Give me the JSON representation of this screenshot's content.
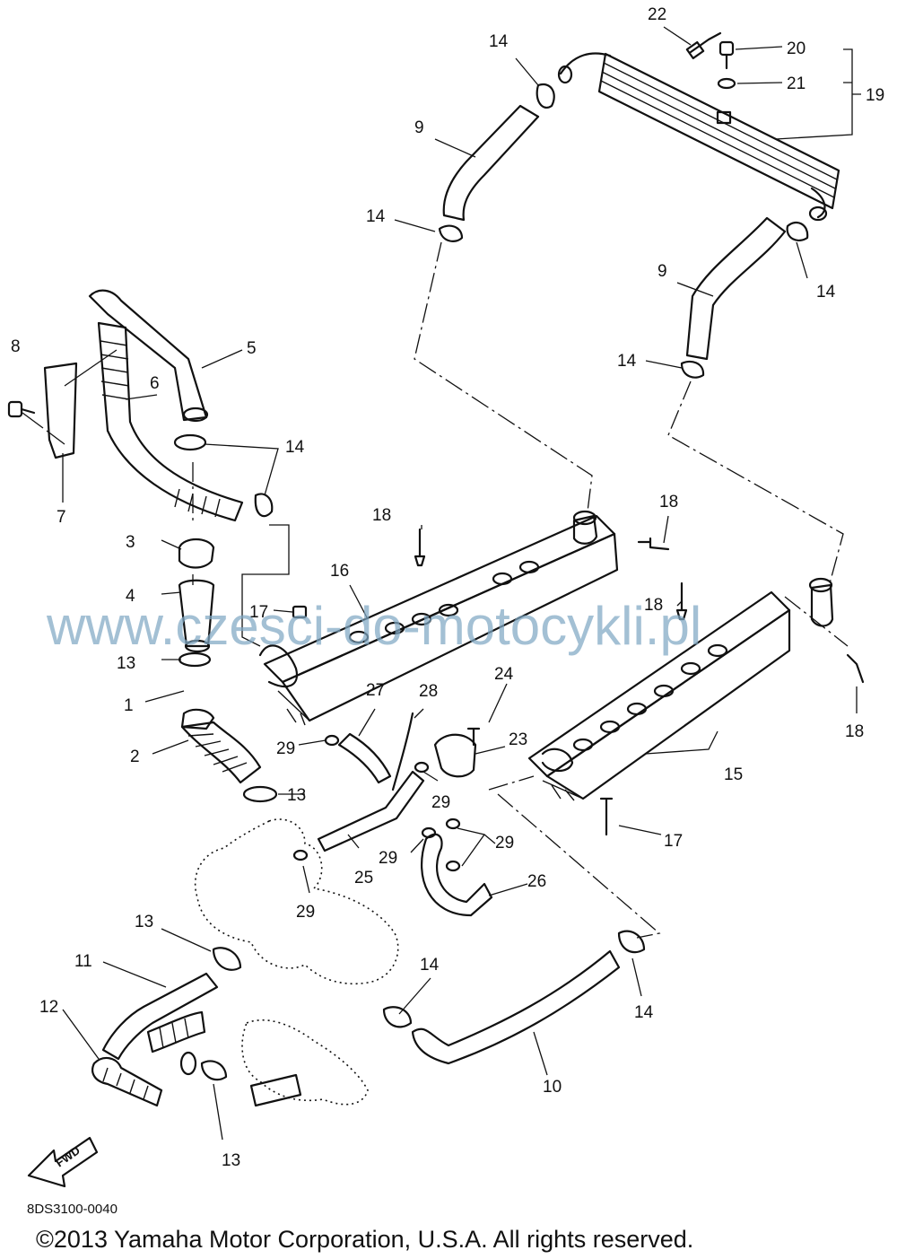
{
  "diagram": {
    "watermark": "www.czesci-do-motocykli.pl",
    "drawing_code": "8DS3100-0040",
    "copyright": "©2013 Yamaha Motor Corporation, U.S.A. All rights reserved.",
    "direction_label": "FWD",
    "callouts": [
      {
        "id": "c1",
        "label": "1"
      },
      {
        "id": "c2",
        "label": "2"
      },
      {
        "id": "c3",
        "label": "3"
      },
      {
        "id": "c4",
        "label": "4"
      },
      {
        "id": "c5",
        "label": "5"
      },
      {
        "id": "c6",
        "label": "6"
      },
      {
        "id": "c7",
        "label": "7"
      },
      {
        "id": "c8",
        "label": "8"
      },
      {
        "id": "c9a",
        "label": "9"
      },
      {
        "id": "c9b",
        "label": "9"
      },
      {
        "id": "c10",
        "label": "10"
      },
      {
        "id": "c11",
        "label": "11"
      },
      {
        "id": "c12",
        "label": "12"
      },
      {
        "id": "c13a",
        "label": "13"
      },
      {
        "id": "c13b",
        "label": "13"
      },
      {
        "id": "c13c",
        "label": "13"
      },
      {
        "id": "c13d",
        "label": "13"
      },
      {
        "id": "c14a",
        "label": "14"
      },
      {
        "id": "c14b",
        "label": "14"
      },
      {
        "id": "c14c",
        "label": "14"
      },
      {
        "id": "c14d",
        "label": "14"
      },
      {
        "id": "c14e",
        "label": "14"
      },
      {
        "id": "c14f",
        "label": "14"
      },
      {
        "id": "c14g",
        "label": "14"
      },
      {
        "id": "c15",
        "label": "15"
      },
      {
        "id": "c16",
        "label": "16"
      },
      {
        "id": "c17a",
        "label": "17"
      },
      {
        "id": "c17b",
        "label": "17"
      },
      {
        "id": "c18a",
        "label": "18"
      },
      {
        "id": "c18b",
        "label": "18"
      },
      {
        "id": "c18c",
        "label": "18"
      },
      {
        "id": "c18d",
        "label": "18"
      },
      {
        "id": "c19",
        "label": "19"
      },
      {
        "id": "c20",
        "label": "20"
      },
      {
        "id": "c21",
        "label": "21"
      },
      {
        "id": "c22",
        "label": "22"
      },
      {
        "id": "c23",
        "label": "23"
      },
      {
        "id": "c24",
        "label": "24"
      },
      {
        "id": "c25",
        "label": "25"
      },
      {
        "id": "c26",
        "label": "26"
      },
      {
        "id": "c27",
        "label": "27"
      },
      {
        "id": "c28",
        "label": "28"
      },
      {
        "id": "c29a",
        "label": "29"
      },
      {
        "id": "c29b",
        "label": "29"
      },
      {
        "id": "c29c",
        "label": "29"
      },
      {
        "id": "c29d",
        "label": "29"
      },
      {
        "id": "c29e",
        "label": "29"
      }
    ]
  }
}
